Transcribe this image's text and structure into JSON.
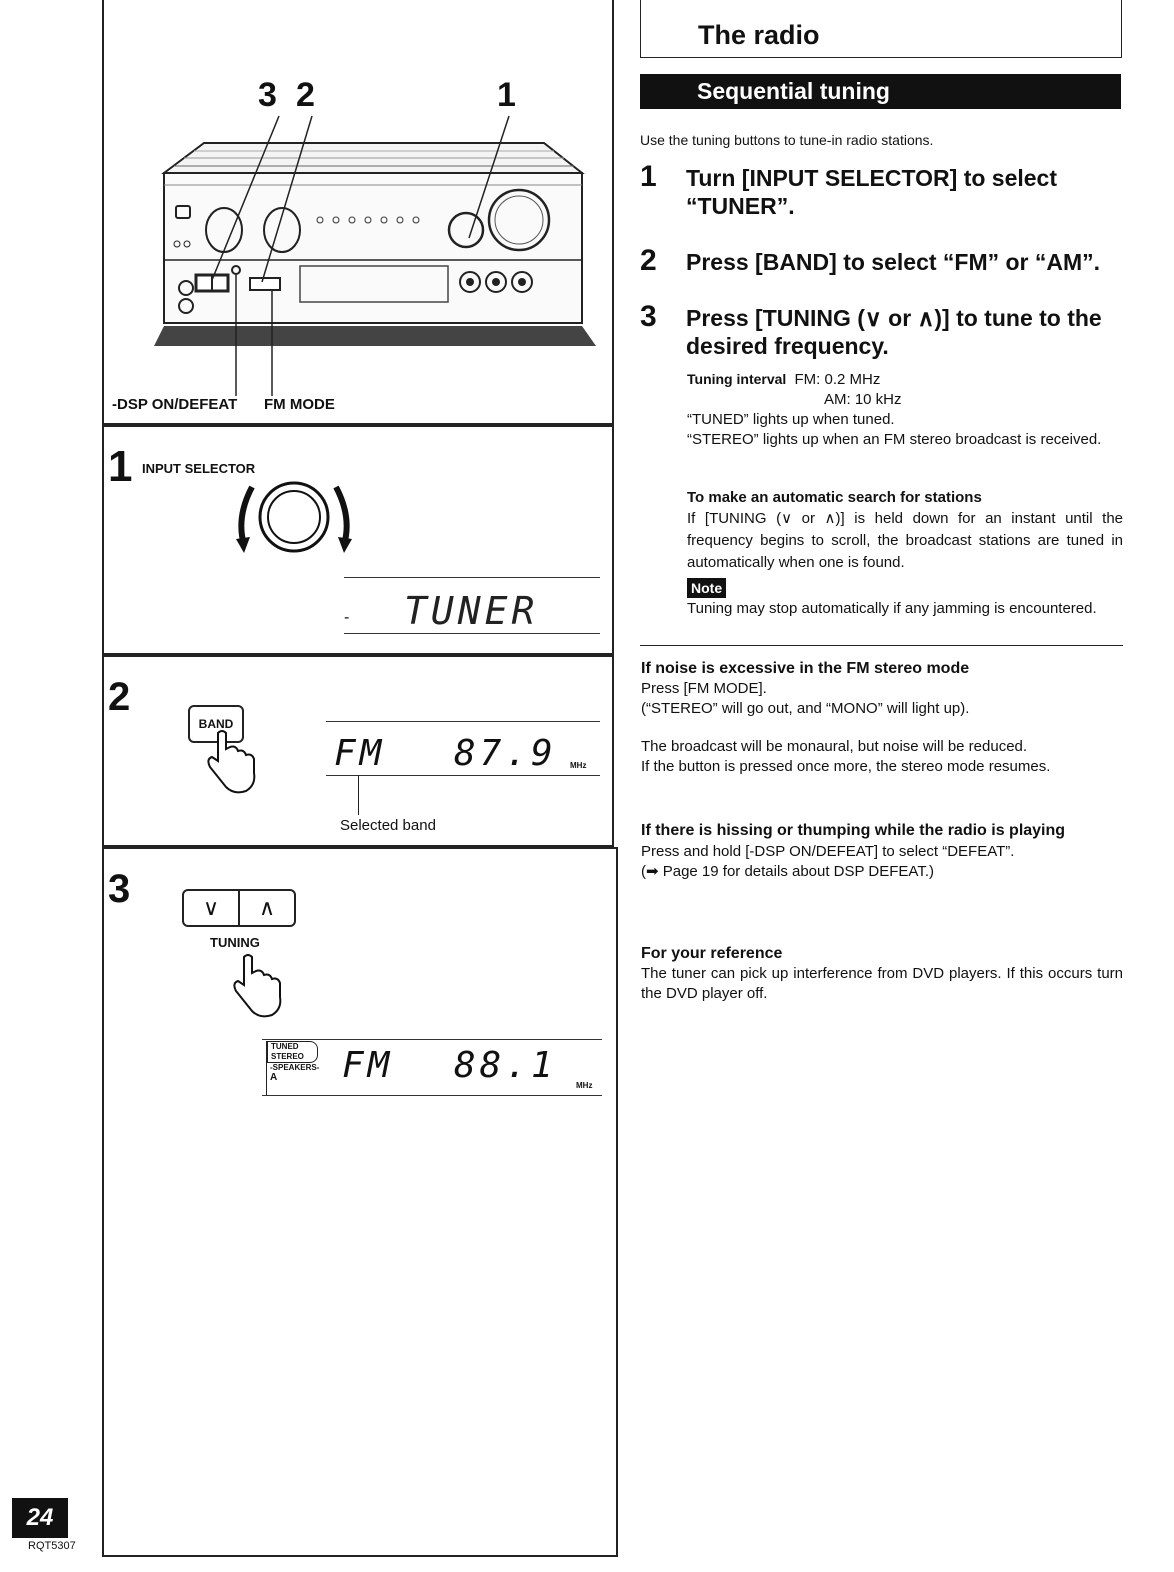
{
  "left": {
    "diagram": {
      "callouts": [
        "3",
        "2",
        "1"
      ],
      "label_dsp": "-DSP ON/DEFEAT",
      "label_fm_mode": "FM MODE"
    },
    "step1": {
      "num": "1",
      "label": "INPUT SELECTOR",
      "display": "TUNER"
    },
    "step2": {
      "num": "2",
      "button": "BAND",
      "display_band": "FM",
      "display_freq": "87.9",
      "unit": "MHz",
      "caption": "Selected band"
    },
    "step3": {
      "num": "3",
      "down_glyph": "∨",
      "up_glyph": "∧",
      "label": "TUNING",
      "ind_tuned": "TUNED",
      "ind_stereo": "STEREO",
      "ind_speakers": "-SPEAKERS-",
      "ind_a": "A",
      "display_band": "FM",
      "display_freq": "88.1",
      "unit": "MHz"
    }
  },
  "footer": {
    "page": "24",
    "code": "RQT5307"
  },
  "right": {
    "title": "The radio",
    "section": "Sequential tuning",
    "intro": "Use the tuning buttons to tune-in radio stations.",
    "steps": [
      {
        "n": "1",
        "text": "Turn [INPUT SELECTOR] to select “TUNER”."
      },
      {
        "n": "2",
        "text": "Press [BAND] to select “FM” or “AM”."
      },
      {
        "n": "3",
        "text": "Press [TUNING (∨ or ∧)] to tune to the desired frequency."
      }
    ],
    "interval_label": "Tuning interval",
    "interval_fm": "FM: 0.2 MHz",
    "interval_am": "AM: 10 kHz",
    "tuned_note": "“TUNED” lights up when tuned.",
    "stereo_note": "“STEREO” lights up when an FM stereo broadcast is received.",
    "auto_heading": "To make an automatic search for stations",
    "auto_text": "If [TUNING (∨ or ∧)] is held down for an instant until the frequency begins to scroll, the broadcast stations are tuned in automatically when one is found.",
    "note_label": "Note",
    "note_text": "Tuning may stop automatically if any jamming is encountered.",
    "noise_heading": "If noise is excessive in the FM stereo mode",
    "noise_l1": "Press [FM MODE].",
    "noise_l2": "(“STEREO” will go out, and “MONO” will light up).",
    "noise_l3": "The broadcast will be monaural, but noise will be reduced.",
    "noise_l4": "If the button is pressed once more, the stereo mode resumes.",
    "hiss_heading": "If there is hissing or thumping while the radio is playing",
    "hiss_l1": "Press and hold [-DSP ON/DEFEAT] to select “DEFEAT”.",
    "hiss_l2": "(➡ Page 19 for details about DSP DEFEAT.)",
    "ref_heading": "For your reference",
    "ref_text": "The tuner can pick up interference from DVD players. If this occurs turn the DVD player off."
  }
}
